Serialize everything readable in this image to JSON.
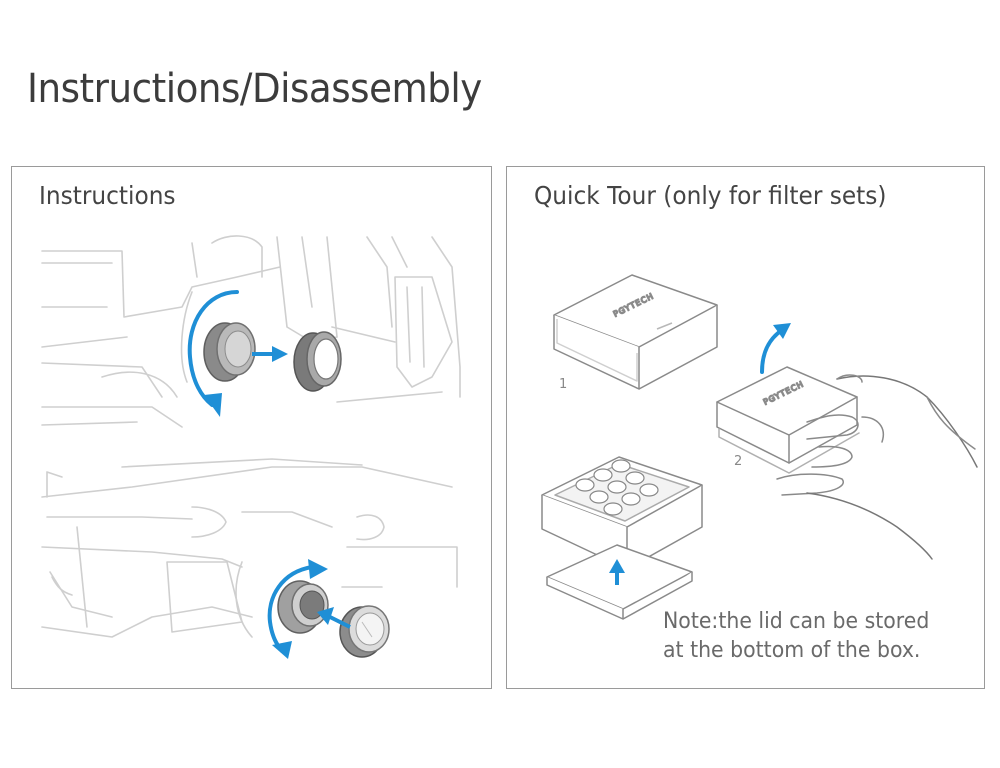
{
  "page": {
    "title": "Instructions/Disassembly"
  },
  "left_panel": {
    "heading": "Instructions"
  },
  "right_panel": {
    "heading": "Quick Tour (only for filter sets)",
    "step_1": "1",
    "step_2": "2",
    "note_line_1": "Note:the lid can be stored",
    "note_line_2": "at the bottom of the box.",
    "brand_mark": "PGYTECH"
  },
  "colors": {
    "accent_arrow": "#1f8fd6",
    "line_art": "#cfcfcf",
    "filter_dark": "#6d6d6d"
  }
}
